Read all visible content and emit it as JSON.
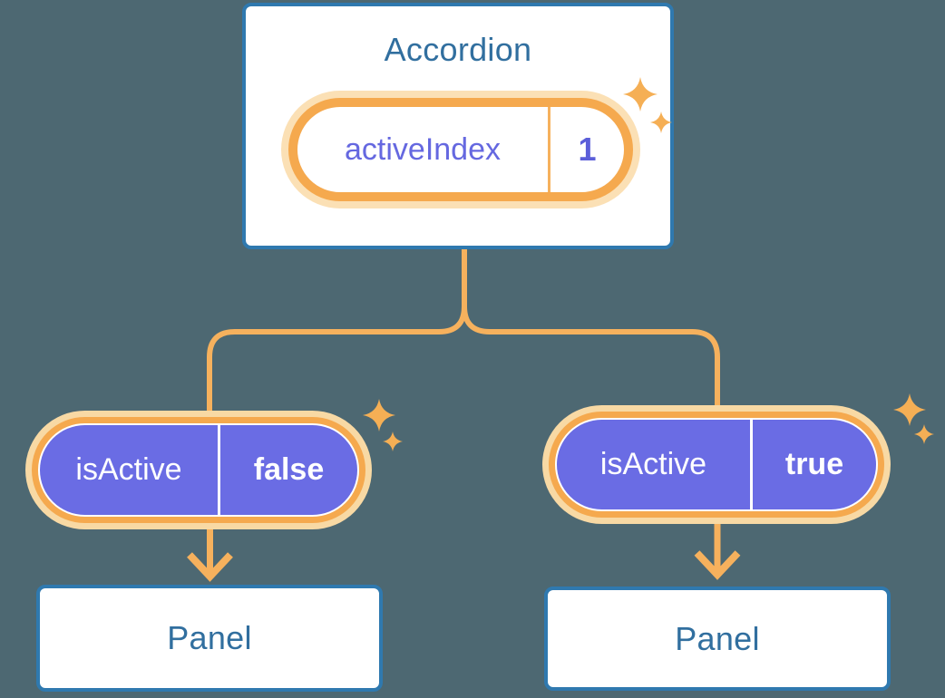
{
  "canvas": {
    "background": "#4D6872"
  },
  "colors": {
    "box_border": "#2F79AF",
    "box_background": "#FFFFFF",
    "component_text": "#316F9F",
    "connector_orange": "#F6B15D",
    "pill_ring_orange": "#F5A94E",
    "pill_glow": "#F8D9A4",
    "prop_pill_fill": "#6A6CE4",
    "state_name_text": "#6568E0",
    "state_value_text": "#5B5ED9",
    "prop_text": "#FFFFFF",
    "sparkle": "#F5AF55"
  },
  "accordion": {
    "title": "Accordion",
    "state": {
      "name": "activeIndex",
      "value": "1"
    }
  },
  "children": [
    {
      "prop_name": "isActive",
      "prop_value": "false",
      "title": "Panel"
    },
    {
      "prop_name": "isActive",
      "prop_value": "true",
      "title": "Panel"
    }
  ],
  "icons": {
    "sparkle": "sparkle-icon",
    "arrow": "arrow-down-icon"
  }
}
